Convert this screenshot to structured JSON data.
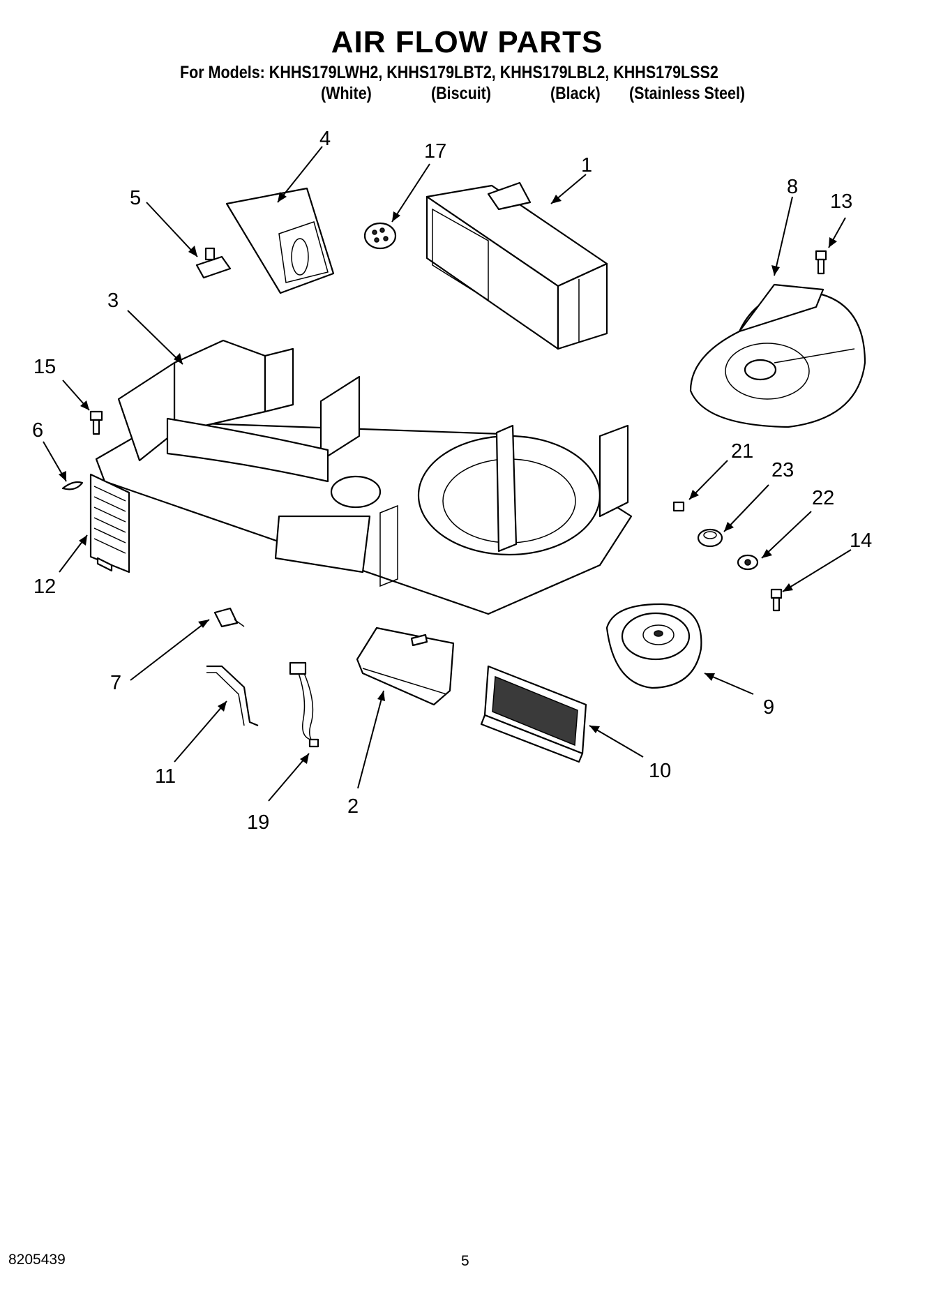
{
  "title": "AIR FLOW PARTS",
  "models_line": "For Models: KHHS179LWH2, KHHS179LBT2, KHHS179LBL2, KHHS179LSS2",
  "variants": [
    "(White)",
    "(Biscuit)",
    "(Black)",
    "(Stainless Steel)"
  ],
  "callouts": [
    "1",
    "2",
    "3",
    "4",
    "5",
    "6",
    "7",
    "8",
    "9",
    "10",
    "11",
    "12",
    "13",
    "14",
    "15",
    "17",
    "19",
    "21",
    "22",
    "23"
  ],
  "footer": {
    "document_number": "8205439",
    "page_number": "5"
  }
}
